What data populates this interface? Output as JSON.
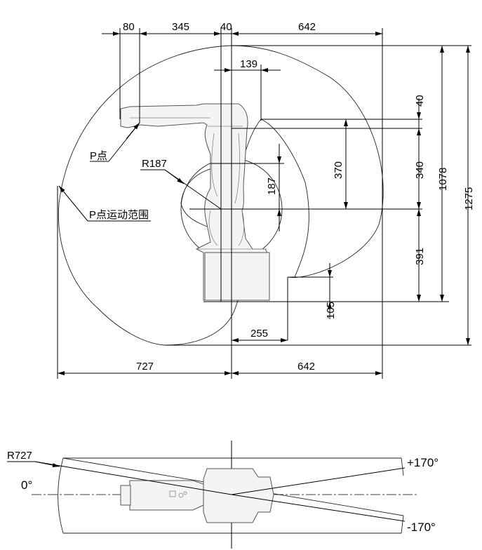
{
  "side_view": {
    "dims_top": {
      "d80": "80",
      "d345": "345",
      "d40": "40",
      "d642": "642"
    },
    "d139": "139",
    "d40_right": "40",
    "d340": "340",
    "d391": "391",
    "d1078": "1078",
    "d1275": "1275",
    "d370": "370",
    "d187": "187",
    "r187": "R187",
    "d105": "105",
    "d255": "255",
    "dims_bottom": {
      "d727": "727",
      "d642": "642"
    },
    "p_point_label": "P点",
    "p_range_label": "P点运动范围"
  },
  "top_view": {
    "r727": "R727",
    "zero_angle": "0°",
    "plus_angle": "+170°",
    "minus_angle": "-170°"
  }
}
